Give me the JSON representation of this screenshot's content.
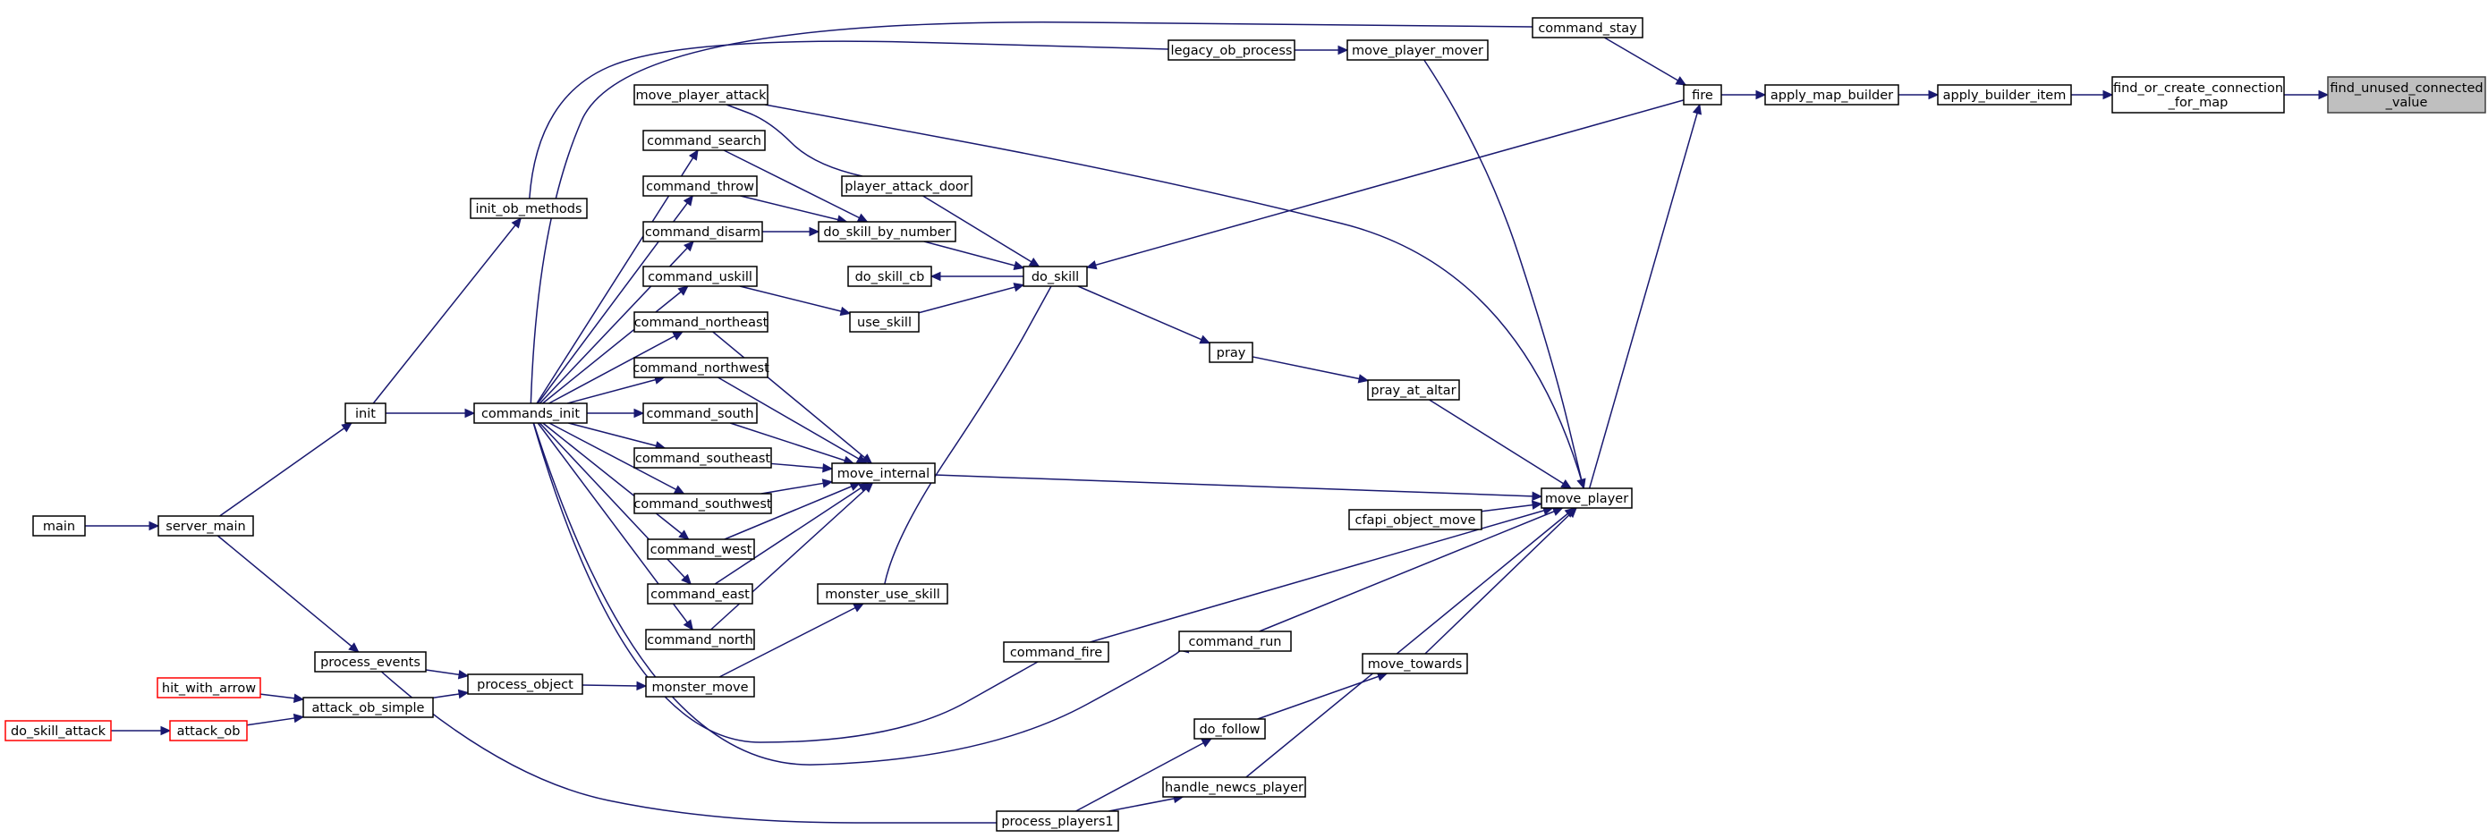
{
  "graph": {
    "colors": {
      "edge": "#191970",
      "node_border": "#000000",
      "truncated_border": "#ff0000",
      "focus_fill": "#bfbfbf"
    },
    "nodes": {
      "find_unused": {
        "lines": [
          "find_unused_connected",
          "_value"
        ],
        "style": "focus"
      },
      "find_or_create": {
        "lines": [
          "find_or_create_connection",
          "_for_map"
        ]
      },
      "apply_builder_item": {
        "lines": [
          "apply_builder_item"
        ]
      },
      "apply_map_builder": {
        "lines": [
          "apply_map_builder"
        ]
      },
      "fire": {
        "lines": [
          "fire"
        ]
      },
      "command_stay": {
        "lines": [
          "command_stay"
        ]
      },
      "move_player": {
        "lines": [
          "move_player"
        ]
      },
      "legacy_ob_process": {
        "lines": [
          "legacy_ob_process"
        ]
      },
      "move_player_mover": {
        "lines": [
          "move_player_mover"
        ]
      },
      "init_ob_methods": {
        "lines": [
          "init_ob_methods"
        ]
      },
      "init": {
        "lines": [
          "init"
        ]
      },
      "server_main": {
        "lines": [
          "server_main"
        ]
      },
      "main": {
        "lines": [
          "main"
        ]
      },
      "commands_init": {
        "lines": [
          "commands_init"
        ]
      },
      "move_player_attack": {
        "lines": [
          "move_player_attack"
        ]
      },
      "command_search": {
        "lines": [
          "command_search"
        ]
      },
      "command_throw": {
        "lines": [
          "command_throw"
        ]
      },
      "command_disarm": {
        "lines": [
          "command_disarm"
        ]
      },
      "command_uskill": {
        "lines": [
          "command_uskill"
        ]
      },
      "command_northeast": {
        "lines": [
          "command_northeast"
        ]
      },
      "command_northwest": {
        "lines": [
          "command_northwest"
        ]
      },
      "command_south": {
        "lines": [
          "command_south"
        ]
      },
      "command_southeast": {
        "lines": [
          "command_southeast"
        ]
      },
      "command_southwest": {
        "lines": [
          "command_southwest"
        ]
      },
      "command_west": {
        "lines": [
          "command_west"
        ]
      },
      "command_east": {
        "lines": [
          "command_east"
        ]
      },
      "command_north": {
        "lines": [
          "command_north"
        ]
      },
      "player_attack_door": {
        "lines": [
          "player_attack_door"
        ]
      },
      "do_skill_by_number": {
        "lines": [
          "do_skill_by_number"
        ]
      },
      "do_skill_cb": {
        "lines": [
          "do_skill_cb"
        ]
      },
      "do_skill": {
        "lines": [
          "do_skill"
        ]
      },
      "use_skill": {
        "lines": [
          "use_skill"
        ]
      },
      "pray": {
        "lines": [
          "pray"
        ]
      },
      "pray_at_altar": {
        "lines": [
          "pray_at_altar"
        ]
      },
      "move_internal": {
        "lines": [
          "move_internal"
        ]
      },
      "cfapi_object_move": {
        "lines": [
          "cfapi_object_move"
        ]
      },
      "monster_use_skill": {
        "lines": [
          "monster_use_skill"
        ]
      },
      "command_fire": {
        "lines": [
          "command_fire"
        ]
      },
      "command_run": {
        "lines": [
          "command_run"
        ]
      },
      "move_towards": {
        "lines": [
          "move_towards"
        ]
      },
      "do_follow": {
        "lines": [
          "do_follow"
        ]
      },
      "handle_newcs_player": {
        "lines": [
          "handle_newcs_player"
        ]
      },
      "process_players1": {
        "lines": [
          "process_players1"
        ]
      },
      "process_events": {
        "lines": [
          "process_events"
        ]
      },
      "process_object": {
        "lines": [
          "process_object"
        ]
      },
      "monster_move": {
        "lines": [
          "monster_move"
        ]
      },
      "attack_ob_simple": {
        "lines": [
          "attack_ob_simple"
        ]
      },
      "hit_with_arrow": {
        "lines": [
          "hit_with_arrow"
        ],
        "style": "red"
      },
      "attack_ob": {
        "lines": [
          "attack_ob"
        ],
        "style": "red"
      },
      "do_skill_attack": {
        "lines": [
          "do_skill_attack"
        ],
        "style": "red"
      }
    }
  }
}
